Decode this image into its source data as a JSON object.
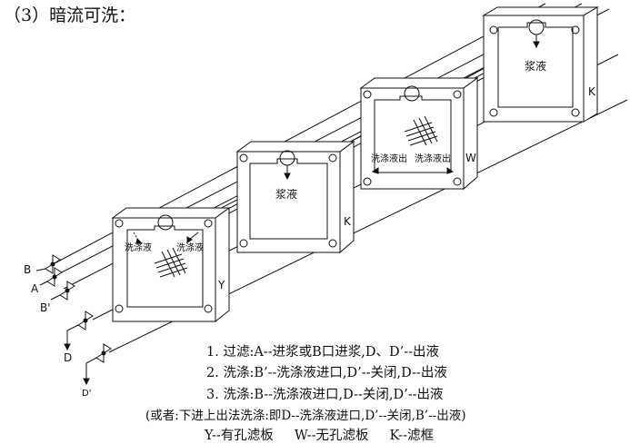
{
  "title": "（3）暗流可洗：",
  "plates": {
    "Y": {
      "letter": "Y",
      "label_left": "洗涤液",
      "label_right": "洗涤液"
    },
    "K1": {
      "letter": "K",
      "label_center": "浆液"
    },
    "W": {
      "letter": "W",
      "label_left": "洗涤液出",
      "label_right": "洗涤液出"
    },
    "K2": {
      "letter": "K",
      "label_center": "浆液"
    }
  },
  "valves": {
    "B": "B",
    "A": "A",
    "B_prime": "B'",
    "D": "D",
    "D_prime": "D'"
  },
  "legend": {
    "line1": "1. 过滤:A--进浆或B口进浆,D、D’--出液",
    "line2": "2. 洗涤:B’--洗涤液进口,D’--关闭,D--出液",
    "line3": "3. 洗涤:B--洗涤液进口,D--关闭,D’--出液",
    "line4": "(或者:下进上出法洗涤:即D--洗涤液进口,D’--关闭,B’--出液)",
    "line5": "Y--有孔滤板     W--无孔滤板     K--滤框"
  }
}
